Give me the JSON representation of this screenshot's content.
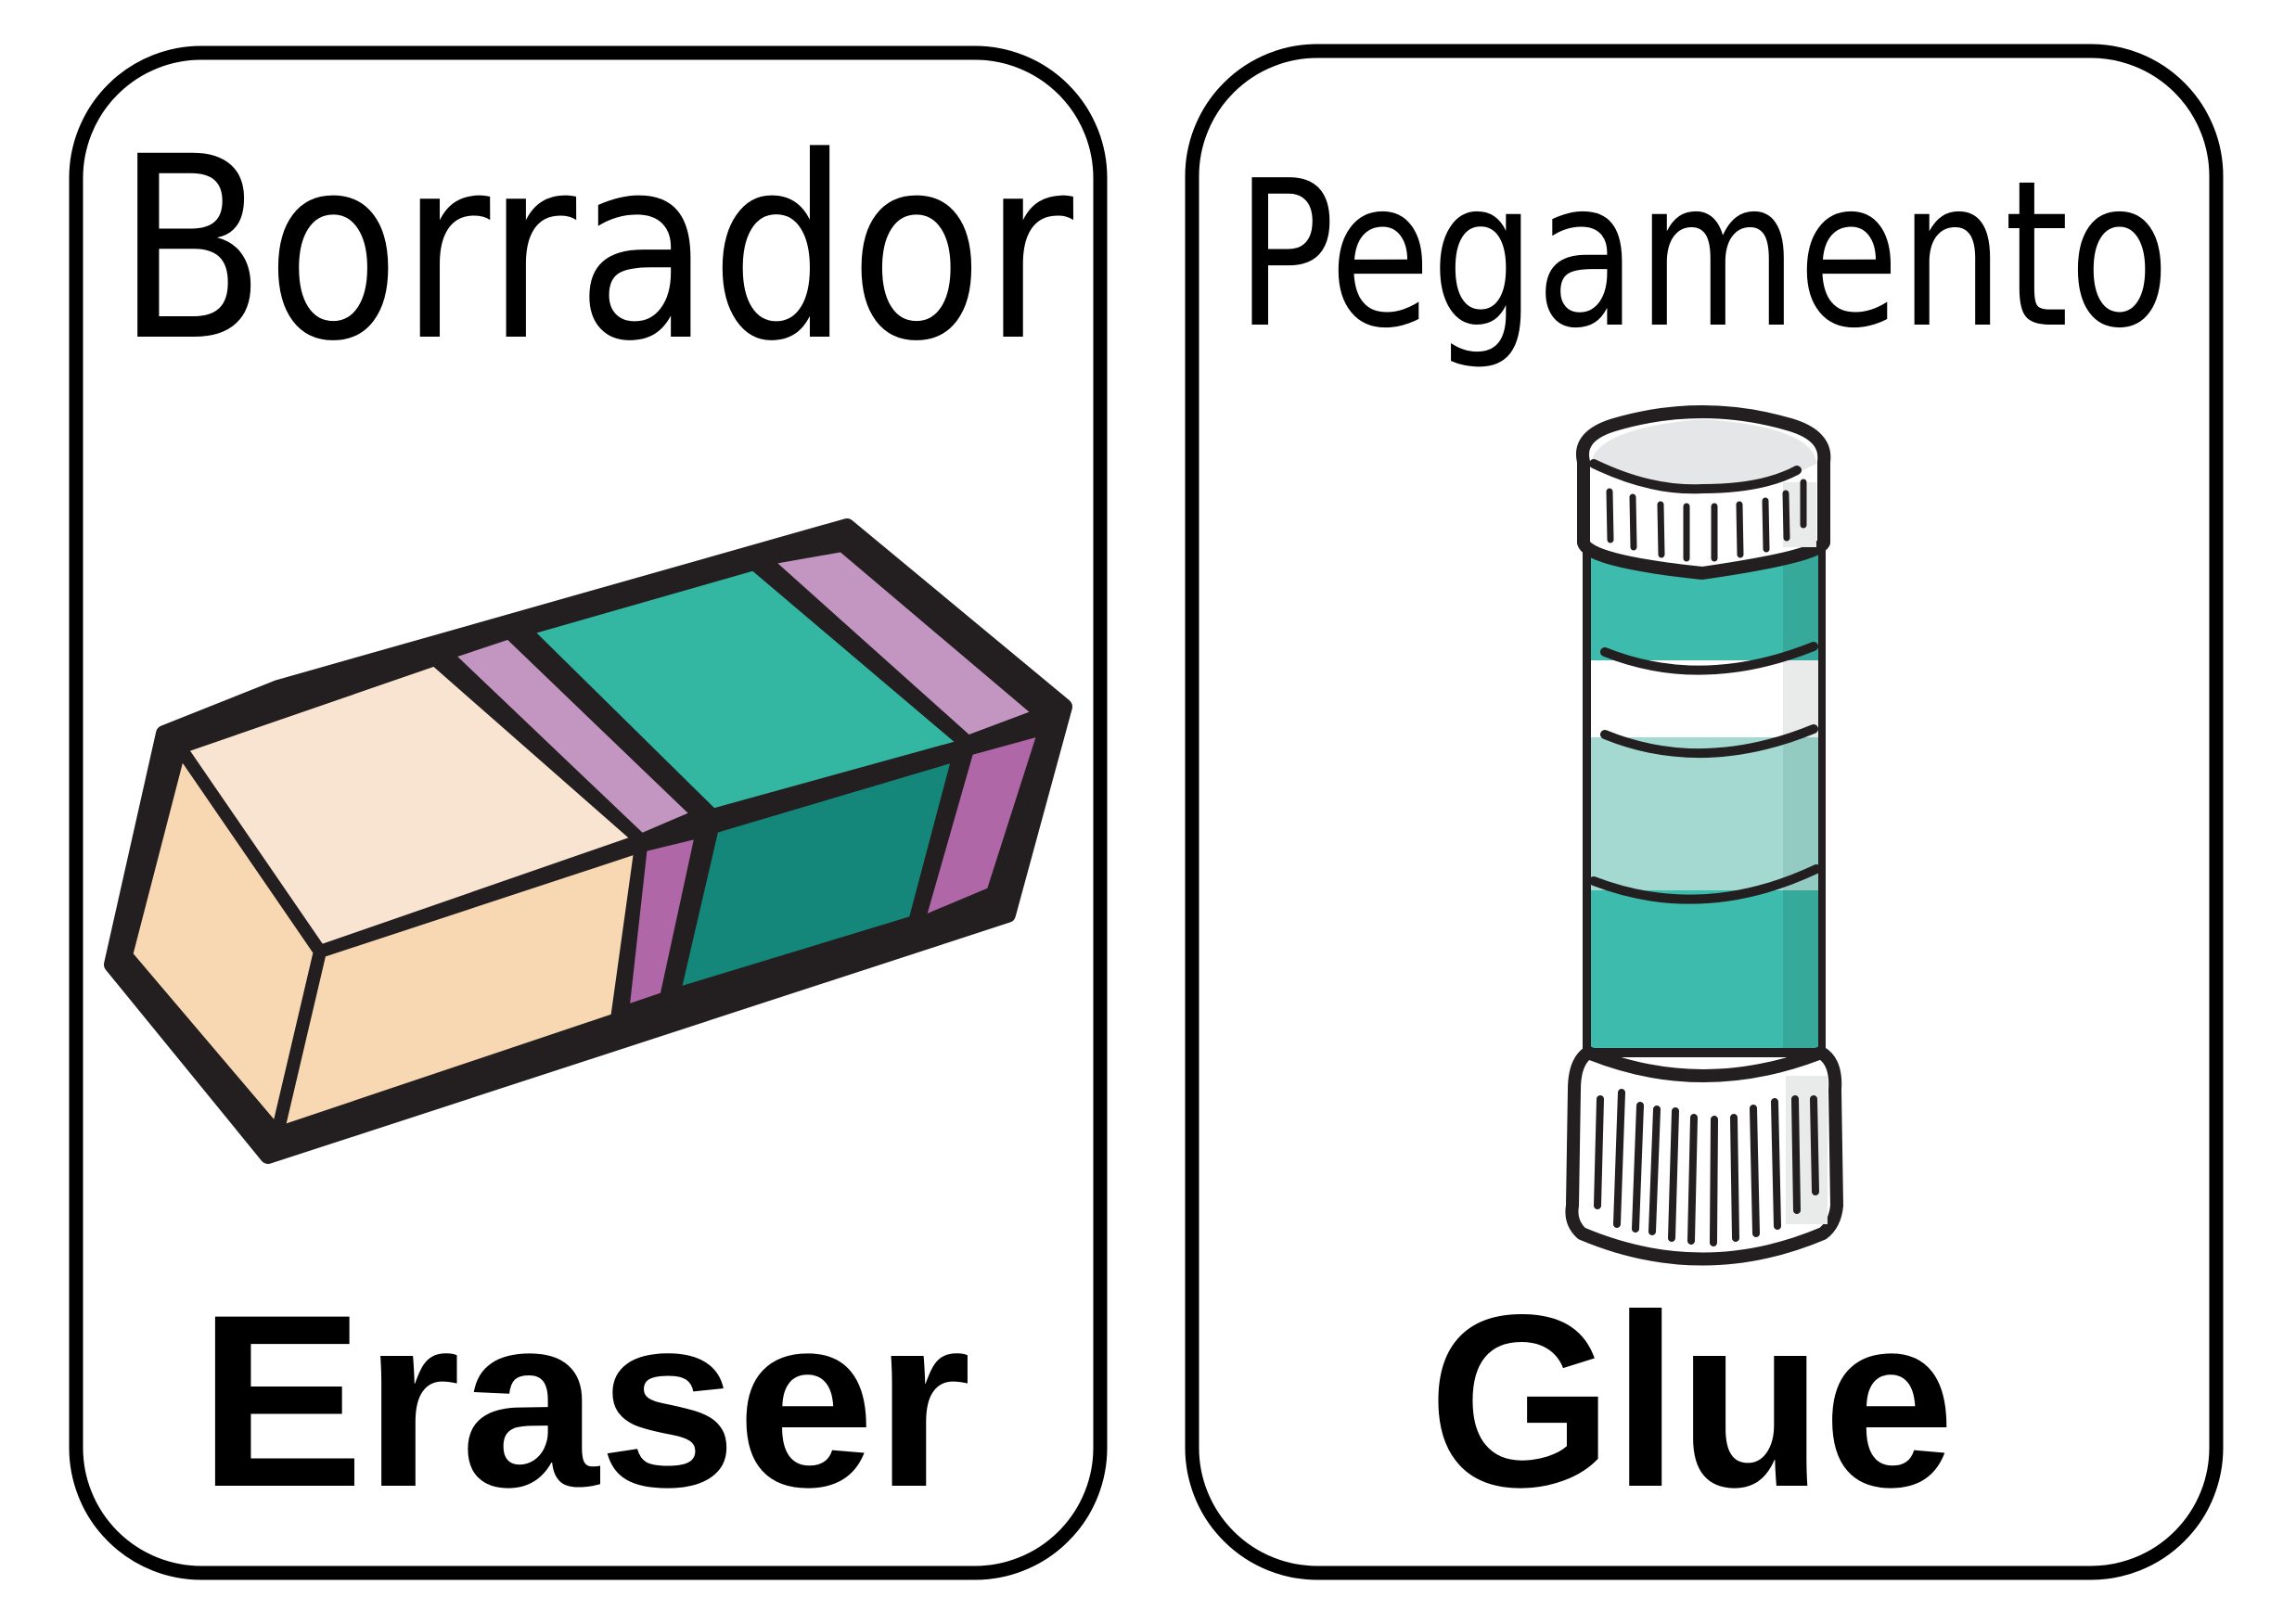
{
  "sheet": {
    "background": "#ffffff",
    "border_color": "#000000"
  },
  "cards": [
    {
      "spanish_word": "Borrador",
      "english_word": "Eraser",
      "illustration": "eraser-icon",
      "colors": {
        "outline": "#231f20",
        "peach_light": "#f9e4d2",
        "peach": "#f8d8b2",
        "purple_light": "#c396c2",
        "purple_dark": "#b067a8",
        "teal_light": "#33b7a3",
        "teal_dark": "#14877a"
      }
    },
    {
      "spanish_word": "Pegamento",
      "english_word": "Glue",
      "illustration": "glue-stick-icon",
      "colors": {
        "outline": "#231f20",
        "cap_top": "#e5e6e7",
        "cap_side": "#ffffff",
        "teal": "#3dbcad",
        "teal_shadow": "#37a99a",
        "light_teal": "#a3d9d1",
        "white_band": "#ffffff",
        "shadow": "#e9eaea"
      }
    }
  ]
}
